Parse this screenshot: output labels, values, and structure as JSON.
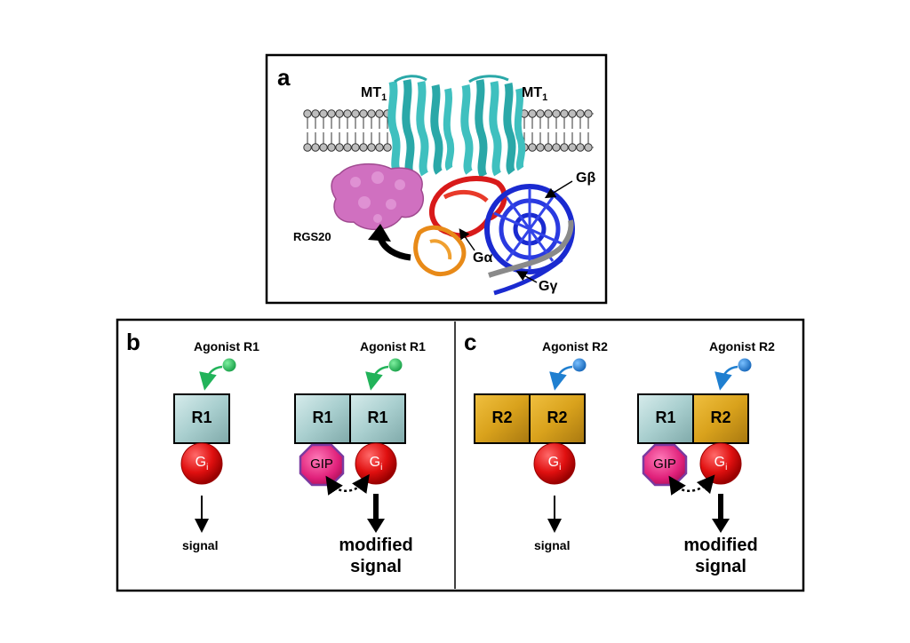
{
  "panel_a": {
    "letter": "a",
    "mt1_left": "MT",
    "mt1_left_sub": "1",
    "mt1_right": "MT",
    "mt1_right_sub": "1",
    "rgs_label": "RGS20",
    "galpha_label": "Gα",
    "gbeta_label": "Gβ",
    "ggamma_label": "Gγ"
  },
  "panel_b": {
    "letter": "b",
    "left": {
      "agonist": "Agonist R1",
      "receptor": "R1",
      "gi": "G",
      "gi_sub": "i",
      "output": "signal"
    },
    "right": {
      "agonist": "Agonist R1",
      "receptor_left": "R1",
      "receptor_right": "R1",
      "gip": "GIP",
      "gi": "G",
      "gi_sub": "i",
      "output_line1": "modified",
      "output_line2": "signal"
    }
  },
  "panel_c": {
    "letter": "c",
    "left": {
      "agonist": "Agonist R2",
      "receptor_left": "R2",
      "receptor_right": "R2",
      "gi": "G",
      "gi_sub": "i",
      "output": "signal"
    },
    "right": {
      "agonist": "Agonist R2",
      "receptor_left": "R1",
      "receptor_right": "R2",
      "gip": "GIP",
      "gi": "G",
      "gi_sub": "i",
      "output_line1": "modified",
      "output_line2": "signal"
    }
  },
  "colors": {
    "r1_box": "#a9cfcf",
    "r2_box": "#d9a21c",
    "gi_red": "#e01010",
    "gip_magenta": "#e0207a",
    "gip_border": "#7a3aa0",
    "agonist_green": "#22b35a",
    "agonist_blue": "#1f7fd0",
    "helix_teal": "#3fc0bf",
    "rgs_pink": "#d070c0",
    "galpha_red": "#d81a1a",
    "galpha_orange": "#e88a18",
    "gbeta_blue": "#1a2ad0",
    "ggamma_gray": "#8a8a8a"
  }
}
